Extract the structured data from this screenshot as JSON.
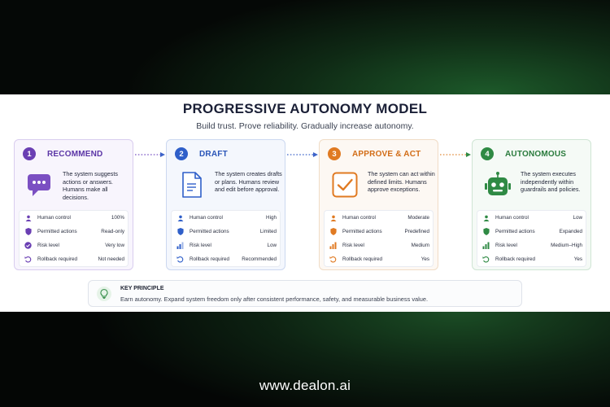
{
  "title": "PROGRESSIVE AUTONOMY MODEL",
  "subtitle": "Build trust. Prove reliability. Gradually increase autonomy.",
  "colors": {
    "recommend": "#6a3fb3",
    "draft": "#2f5fc9",
    "approve": "#e07a22",
    "autonomous": "#2f8a44",
    "background_dark": "#0b120d"
  },
  "steps": [
    {
      "number": "1",
      "title": "RECOMMEND",
      "icon": "chat-bubble-icon",
      "description": "The system suggests actions or answers. Humans make all decisions.",
      "metrics": [
        {
          "icon": "person-icon",
          "label": "Human control",
          "value": "100%"
        },
        {
          "icon": "shield-icon",
          "label": "Permitted actions",
          "value": "Read-only"
        },
        {
          "icon": "check-badge-icon",
          "label": "Risk level",
          "value": "Very low"
        },
        {
          "icon": "undo-icon",
          "label": "Rollback required",
          "value": "Not needed"
        }
      ]
    },
    {
      "number": "2",
      "title": "DRAFT",
      "icon": "document-icon",
      "description": "The system creates drafts or plans. Humans review and edit before approval.",
      "metrics": [
        {
          "icon": "person-icon",
          "label": "Human control",
          "value": "High"
        },
        {
          "icon": "shield-icon",
          "label": "Permitted actions",
          "value": "Limited"
        },
        {
          "icon": "bars-icon",
          "label": "Risk level",
          "value": "Low"
        },
        {
          "icon": "undo-icon",
          "label": "Rollback required",
          "value": "Recommended"
        }
      ]
    },
    {
      "number": "3",
      "title": "APPROVE & ACT",
      "icon": "checkbox-icon",
      "description": "The system can act within defined limits. Humans approve exceptions.",
      "metrics": [
        {
          "icon": "person-icon",
          "label": "Human control",
          "value": "Moderate"
        },
        {
          "icon": "shield-icon",
          "label": "Permitted actions",
          "value": "Predefined"
        },
        {
          "icon": "bars-icon",
          "label": "Risk level",
          "value": "Medium"
        },
        {
          "icon": "undo-icon",
          "label": "Rollback required",
          "value": "Yes"
        }
      ]
    },
    {
      "number": "4",
      "title": "AUTONOMOUS",
      "icon": "robot-icon",
      "description": "The system executes independently within guardrails and policies.",
      "metrics": [
        {
          "icon": "person-icon",
          "label": "Human control",
          "value": "Low"
        },
        {
          "icon": "shield-icon",
          "label": "Permitted actions",
          "value": "Expanded"
        },
        {
          "icon": "bars-icon",
          "label": "Risk level",
          "value": "Medium–High"
        },
        {
          "icon": "undo-icon",
          "label": "Rollback required",
          "value": "Yes"
        }
      ]
    }
  ],
  "key_principle": {
    "icon": "lightbulb-icon",
    "title": "KEY PRINCIPLE",
    "text": "Earn autonomy. Expand system freedom only after consistent performance, safety, and measurable business value."
  },
  "footer": "www.dealon.ai"
}
